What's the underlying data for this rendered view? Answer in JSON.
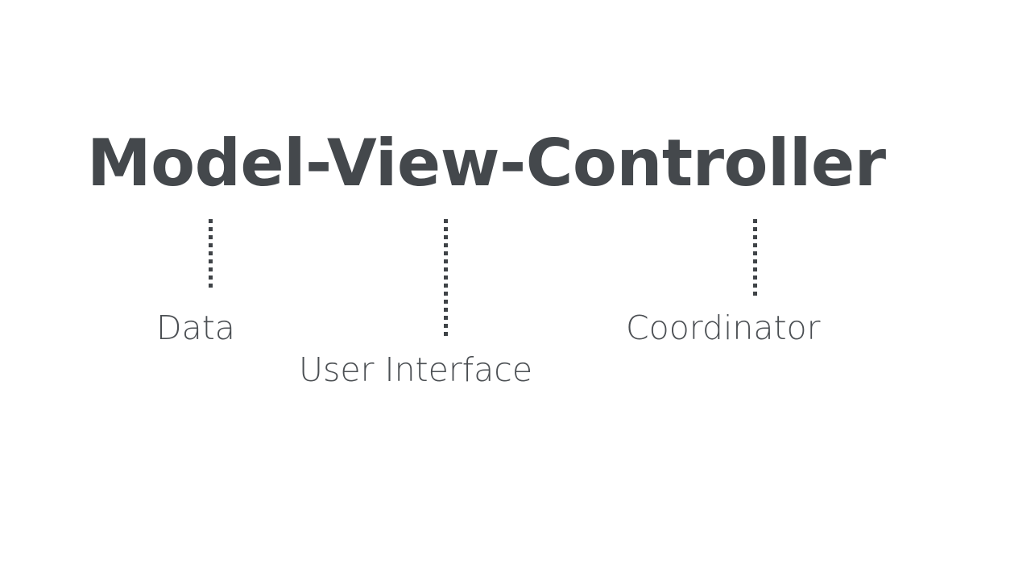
{
  "slide": {
    "background_color": "#ffffff",
    "title": {
      "text": "Model-View-Controller",
      "color": "#44484c"
    },
    "labels": [
      {
        "id": "data",
        "text": "Data",
        "describes": "Model",
        "color": "#4b4f53"
      },
      {
        "id": "user-interface",
        "text": "User Interface",
        "describes": "View",
        "color": "#4b4f53"
      },
      {
        "id": "coordinator",
        "text": "Coordinator",
        "describes": "Controller",
        "color": "#4b4f53"
      }
    ],
    "connectors": [
      {
        "id": "connector-model",
        "style": "dotted-vertical",
        "color": "#3f4347"
      },
      {
        "id": "connector-view",
        "style": "dotted-vertical",
        "color": "#3f4347"
      },
      {
        "id": "connector-controller",
        "style": "dotted-vertical",
        "color": "#3f4347"
      }
    ]
  }
}
